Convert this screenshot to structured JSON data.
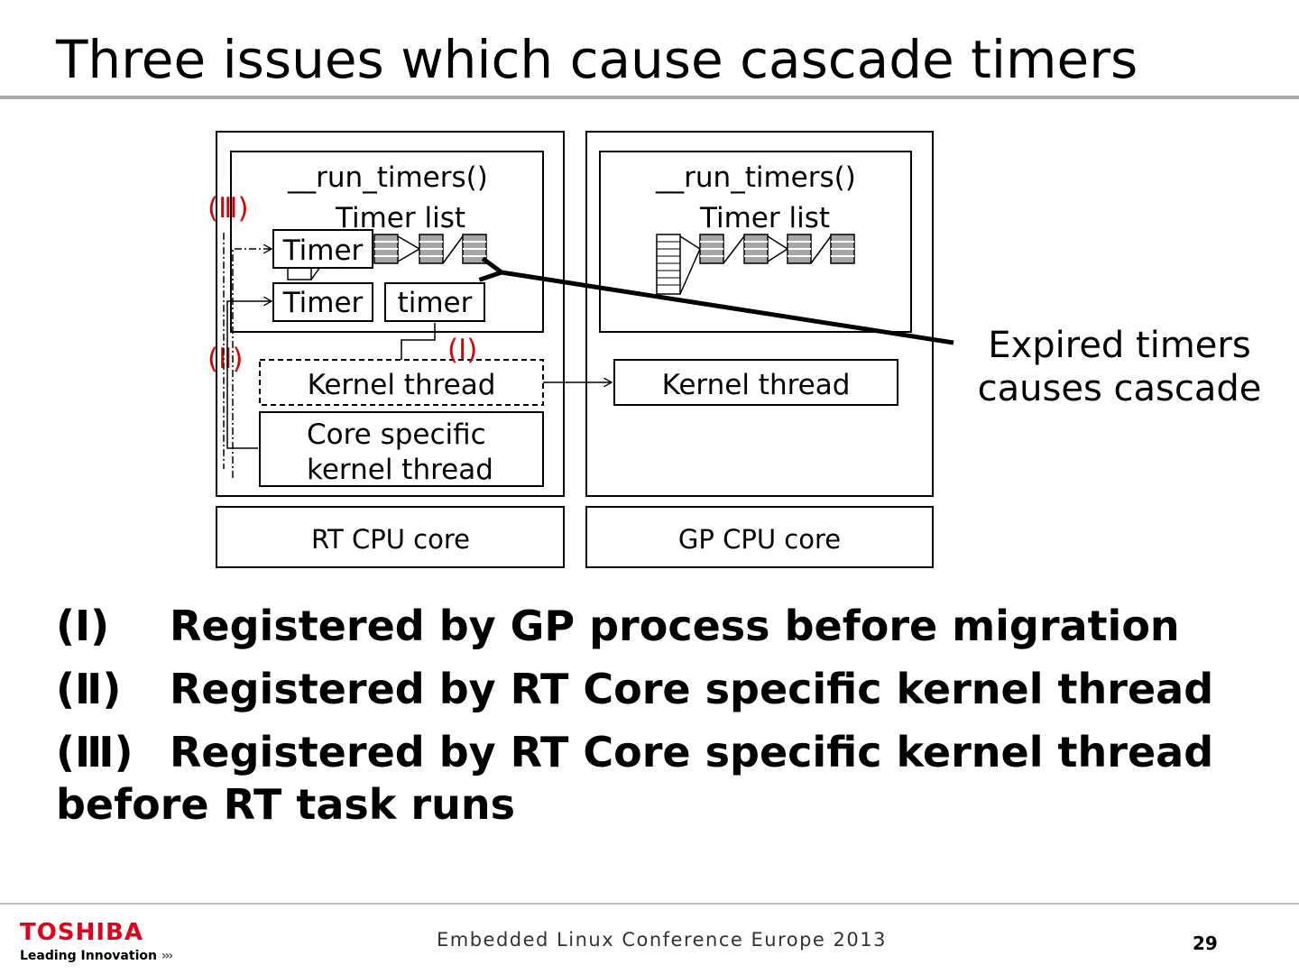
{
  "slide": {
    "title": "Three issues which cause cascade timers"
  },
  "diagram": {
    "rt_panel": {
      "run_timers": "__run_timers()",
      "timer_list": "Timer list",
      "timer_a": "Timer",
      "timer_b": "Timer",
      "timer_c": "timer",
      "marker_iii": "(Ⅲ)",
      "marker_ii": "(Ⅱ)",
      "marker_i": "(Ⅰ)",
      "kernel_thread": "Kernel thread",
      "core_specific_line1": "Core specific",
      "core_specific_line2": "kernel thread",
      "cpu_core": "RT CPU core"
    },
    "gp_panel": {
      "run_timers": "__run_timers()",
      "timer_list": "Timer list",
      "kernel_thread": "Kernel thread",
      "cpu_core": "GP CPU core"
    },
    "callout_line1": "Expired timers",
    "callout_line2": "causes cascade"
  },
  "issues": [
    {
      "num": "(Ⅰ)",
      "text": "Registered by GP process before migration"
    },
    {
      "num": "(Ⅱ)",
      "text": "Registered by RT Core specific kernel thread"
    },
    {
      "num": "(Ⅲ)",
      "text": "Registered by RT Core specific kernel thread",
      "cont": "before RT task runs"
    }
  ],
  "footer": {
    "brand": "TOSHIBA",
    "tagline": "Leading Innovation",
    "tagline_arrows": "›››",
    "conference": "Embedded Linux Conference Europe 2013",
    "page": "29"
  },
  "colors": {
    "brand_red": "#e3001b",
    "marker_red": "#e00000",
    "rule_gray": "#aaaaaa",
    "cell_gray": "#a6a6a6"
  }
}
